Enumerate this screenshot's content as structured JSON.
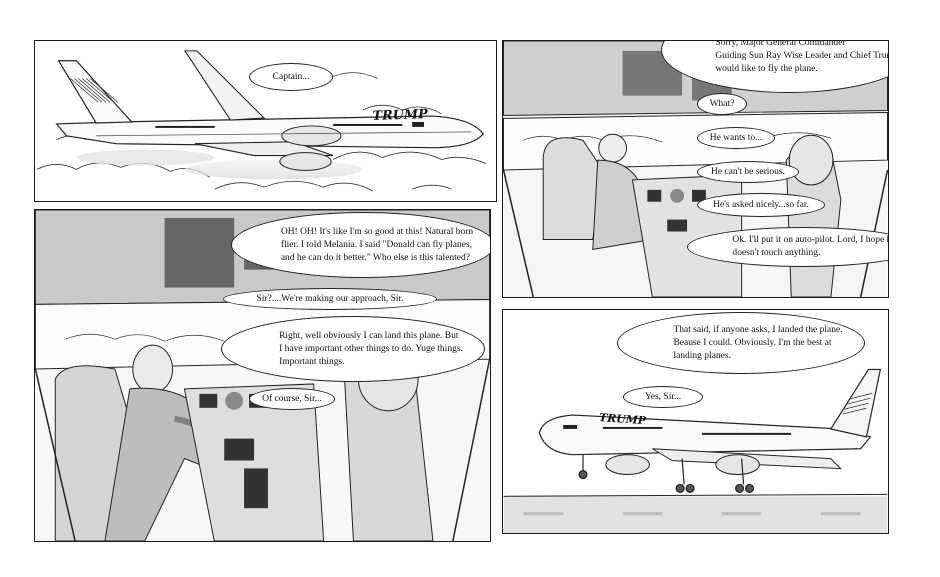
{
  "panels": [
    {
      "id": "panel-1",
      "bubbles": [
        {
          "text": "Captain..."
        }
      ],
      "plane_livery": "TRUMP"
    },
    {
      "id": "panel-2",
      "bubbles": [
        {
          "text": "Captain, Mr. Tru---.  What? Oh, right\nSorry, Major General Commander\nGuiding Sun Ray Wise Leader and Chief Trump\nwould like to fly the plane."
        },
        {
          "text": "What?"
        },
        {
          "text": "He wants to..."
        },
        {
          "text": "He can't be serious."
        },
        {
          "text": "He's asked nicely...so far."
        },
        {
          "text": "Ok.  I'll put it on auto-pilot.  Lord, I hope he\ndoesn't touch anything."
        }
      ]
    },
    {
      "id": "panel-3",
      "bubbles": [
        {
          "text": "OH! OH! It's like I'm so good at this! Natural born\nflier.  I told Melania.  I said \"Donald can fly planes,\nand he can do it better.\"  Who else is this talented?"
        },
        {
          "text": "Sir?....We're making our approach, Sir."
        },
        {
          "text": "Right, well obviously I can land this plane.  But\nI have important other things to do.  Yuge things.\nImportant things."
        },
        {
          "text": "Of course, Sir..."
        }
      ]
    },
    {
      "id": "panel-4",
      "bubbles": [
        {
          "text": "That said, if anyone asks, I landed the plane.\nBeause I could.  Obviously. I'm the best at\nlanding planes."
        },
        {
          "text": "Yes, Sir..."
        }
      ],
      "plane_livery": "TRUMP"
    }
  ]
}
